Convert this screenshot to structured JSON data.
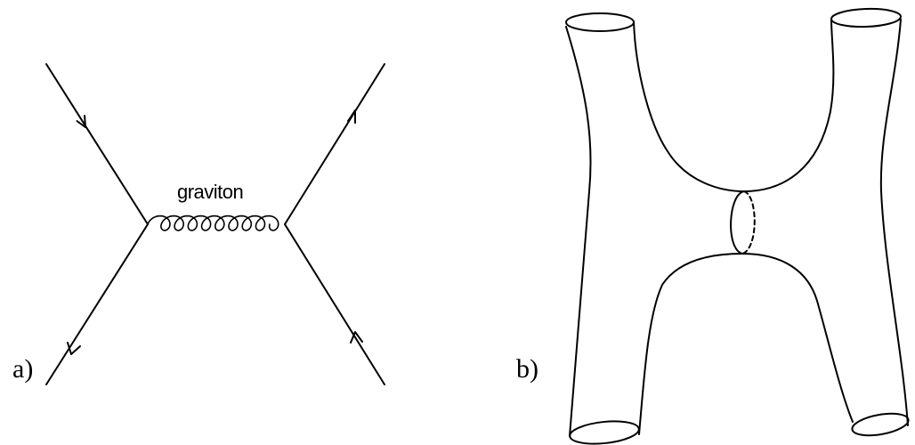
{
  "panel_a": {
    "label": "a)",
    "propagator_label": "graviton"
  },
  "panel_b": {
    "label": "b)"
  }
}
